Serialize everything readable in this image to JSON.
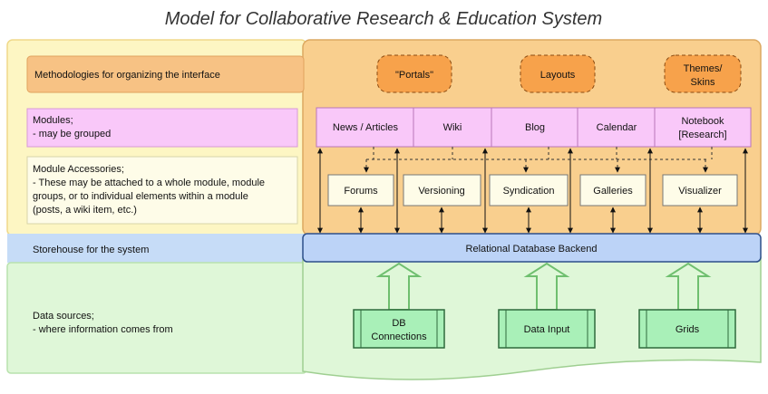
{
  "title": "Model for Collaborative Research & Education System",
  "rows": {
    "methodologies": "Methodologies for organizing the interface",
    "modules": [
      "Modules;",
      "- may be grouped"
    ],
    "accessories": [
      "Module Accessories;",
      "- These may be attached to a whole module, module",
      "groups, or to individual elements within a module",
      "(posts, a wiki item, etc.)"
    ],
    "storehouse": "Storehouse for the system",
    "datasources": [
      "Data sources;",
      "- where information comes from"
    ]
  },
  "methodologies": [
    "\"Portals\"",
    "Layouts",
    "Themes/",
    "Skins"
  ],
  "modules": [
    "News / Articles",
    "Wiki",
    "Blog",
    "Calendar",
    "Notebook",
    "[Research]"
  ],
  "accessories": [
    "Forums",
    "Versioning",
    "Syndication",
    "Galleries",
    "Visualizer"
  ],
  "backend": "Relational Database Backend",
  "sources": [
    "DB",
    "Connections",
    "Data Input",
    "Grids"
  ],
  "colors": {
    "yellow": "#fdf6c3",
    "orange": "#f9cf8e",
    "pink": "#f9c8f9",
    "blue": "#c6dcf7",
    "green": "#dff7d8",
    "accent_orange": "#f7a24b",
    "source_green": "#a9f0b8"
  }
}
